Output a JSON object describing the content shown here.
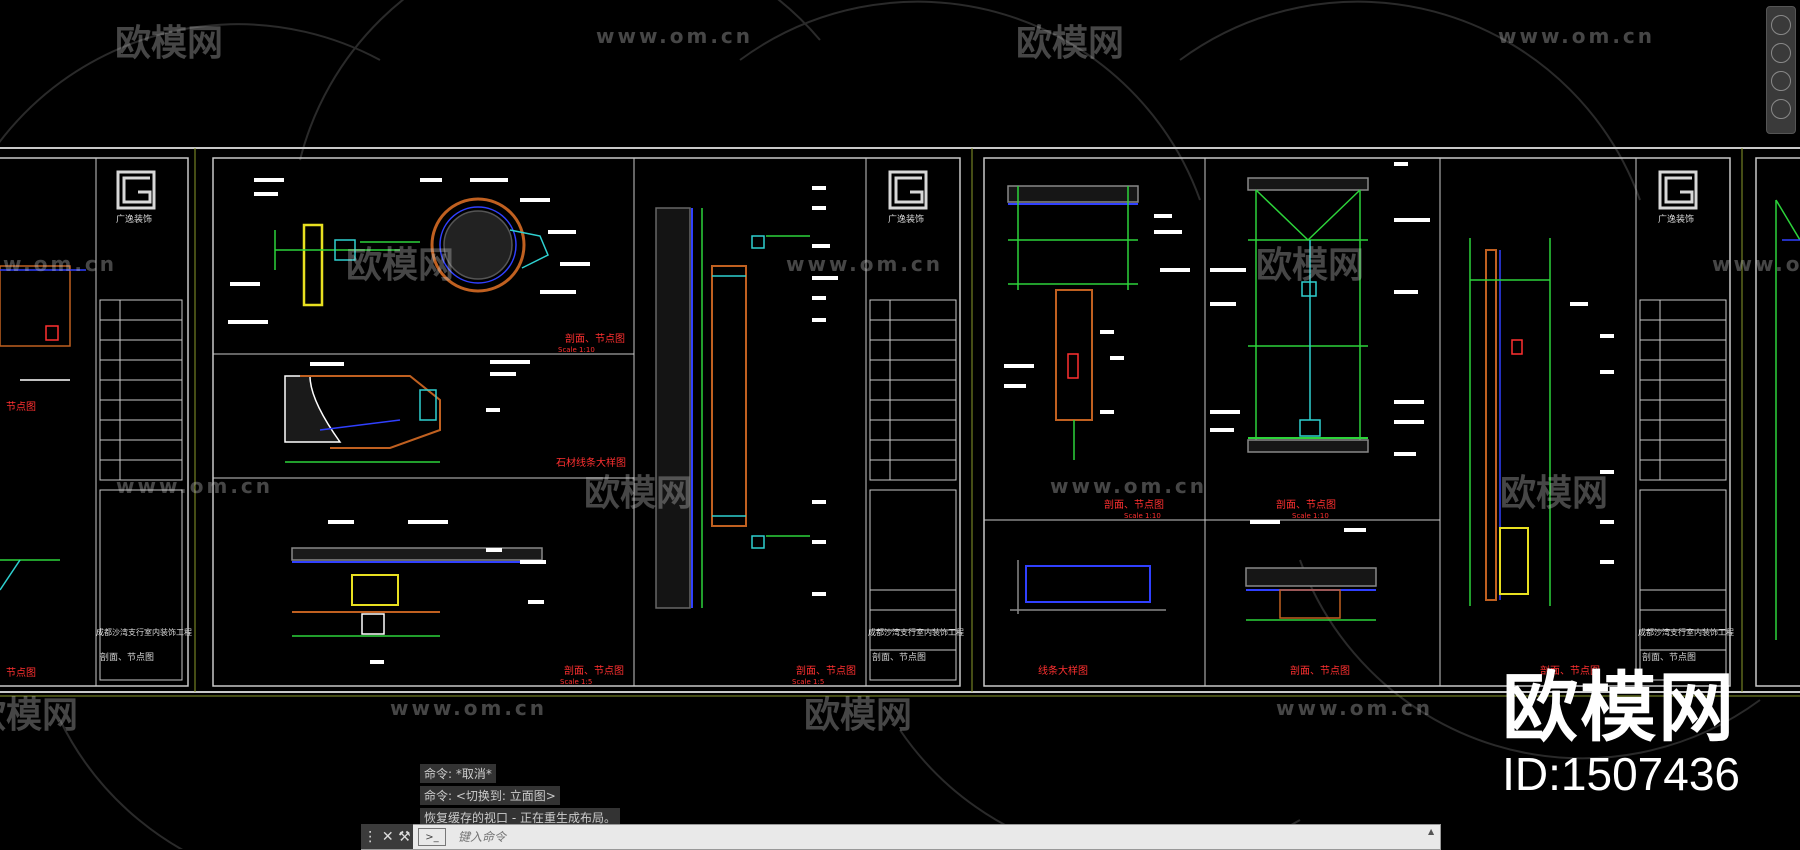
{
  "watermark": {
    "brand_cn": "欧模网",
    "url": "www.om.cn"
  },
  "id_block": {
    "brand": "欧模网",
    "id_text": "ID:1507436"
  },
  "drawings": {
    "logo_text": "广逸装饰",
    "project_name": "成都沙湾支行室内装饰工程",
    "sheet_title": "剖面、节点图",
    "labels": {
      "a": "剖面、节点图",
      "one": "石材线条大样图",
      "c": "剖面、节点图",
      "b": "剖面、节点图",
      "right_a": "剖面、节点图",
      "right_b": "剖面、节点图",
      "right_one": "线条大样图",
      "right_c": "剖面、节点图",
      "right_d": "剖面、节点图",
      "left_1": "节点图",
      "left_2": "节点图"
    },
    "scales": {
      "s10": "Scale 1:10",
      "s5": "Scale 1:5"
    }
  },
  "command_history": [
    "命令: *取消*",
    "命令:    <切换到: 立面图>",
    "恢复缓存的视口 - 正在重生成布局。"
  ],
  "command_input": {
    "placeholder": "键入命令"
  },
  "colors": {
    "background": "#000000",
    "frame": "#c8c8c8",
    "green": "#2cd33a",
    "cyan": "#2fd0d0",
    "yellow": "#e8e020",
    "red": "#ff3030",
    "blue": "#3040ff"
  }
}
